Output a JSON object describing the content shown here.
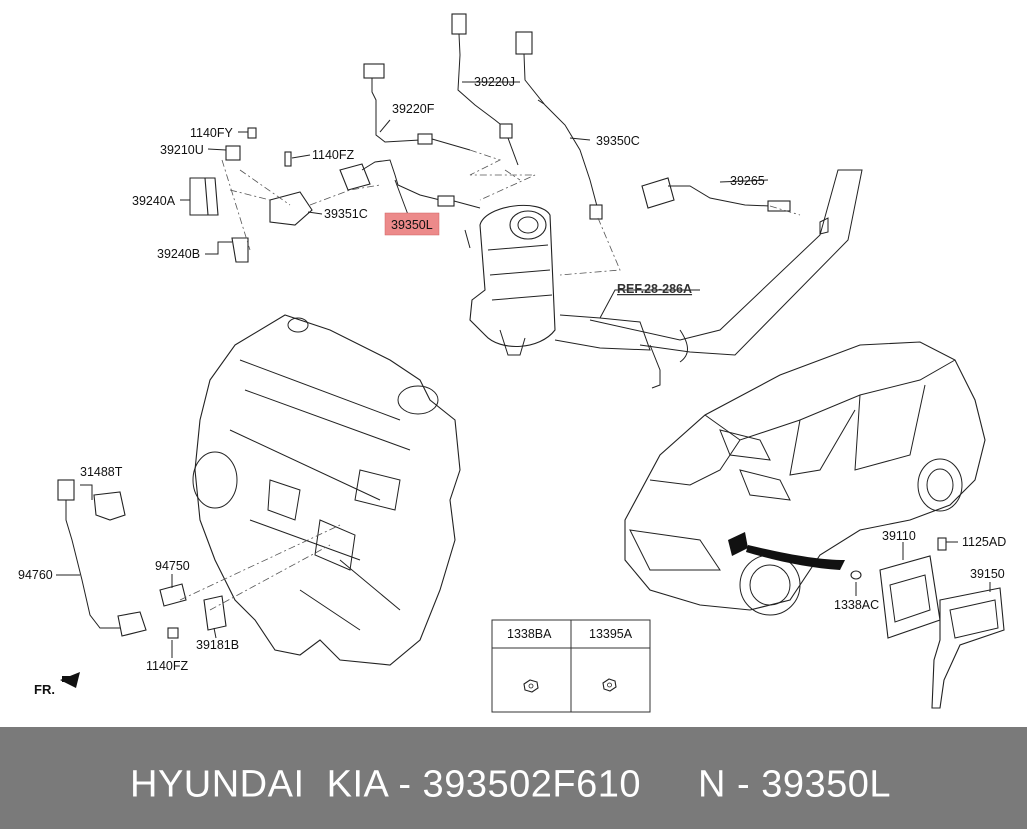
{
  "labels": {
    "l1140FY": "1140FY",
    "l39210U": "39210U",
    "l39240A": "39240A",
    "l39240B": "39240B",
    "l1140FZ_top": "1140FZ",
    "l39351C": "39351C",
    "l39220F": "39220F",
    "l39350L": "39350L",
    "l39220J": "39220J",
    "l39350C": "39350C",
    "l39265": "39265",
    "ref": "REF.28-286A",
    "l31488T": "31488T",
    "l94760": "94760",
    "l94750": "94750",
    "l39181B": "39181B",
    "l1140FZ_bot": "1140FZ",
    "fr": "FR.",
    "l39110": "39110",
    "l1125AD": "1125AD",
    "l1338AC": "1338AC",
    "l39150": "39150"
  },
  "table": {
    "col1": "1338BA",
    "col2": "13395A"
  },
  "footer": {
    "brand": "HYUNDAI  KIA - 393502F610",
    "part": "N - 39350L"
  },
  "colors": {
    "highlight": "#ec8a8a",
    "footer_bg": "#7a7a7a"
  }
}
